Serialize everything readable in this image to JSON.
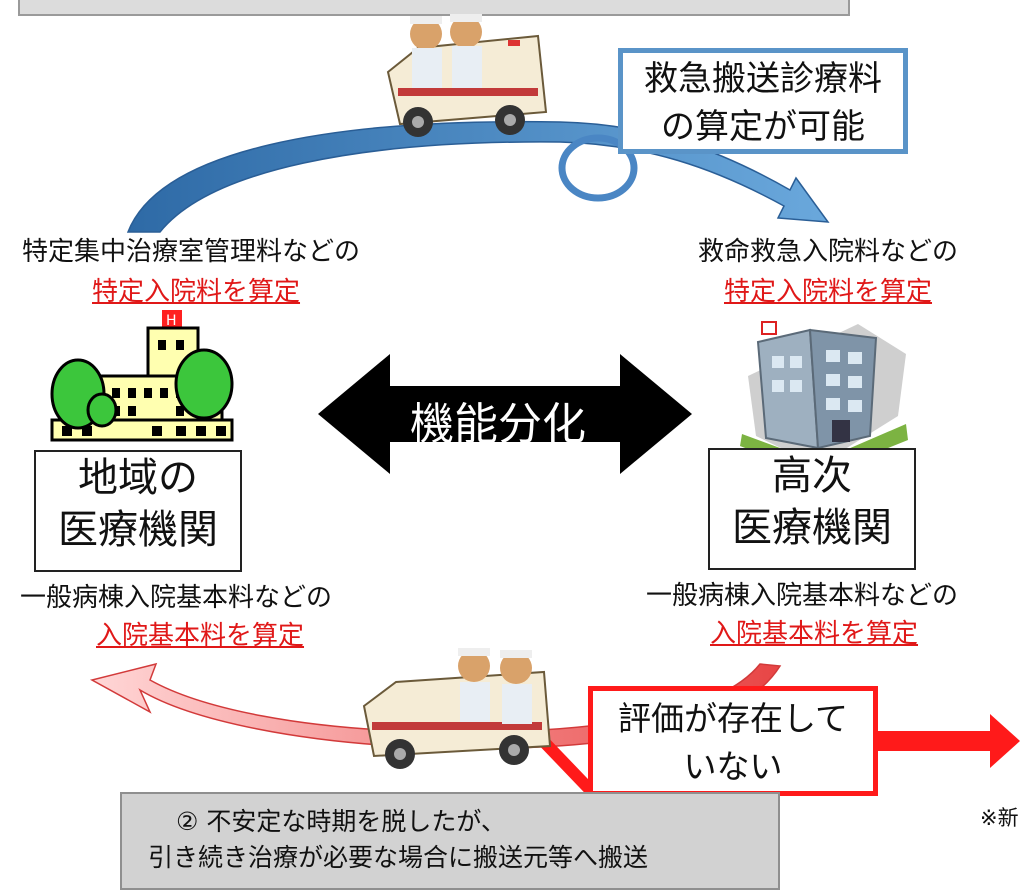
{
  "callouts": {
    "emergency_fee": [
      "救急搬送診療料",
      "の算定が可能"
    ],
    "no_evaluation": [
      "評価が存在して",
      "いない"
    ]
  },
  "left_hospital": {
    "specific_caption": "特定集中治療室管理料などの",
    "specific_link": "特定入院料を算定",
    "name": [
      "地域の",
      "医療機関"
    ],
    "basic_caption": "一般病棟入院基本料などの",
    "basic_link": "入院基本料を算定"
  },
  "right_hospital": {
    "specific_caption": "救命救急入院料などの",
    "specific_link": "特定入院料を算定",
    "name": [
      "高次",
      "医療機関"
    ],
    "basic_caption": "一般病棟入院基本料などの",
    "basic_link": "入院基本料を算定"
  },
  "center_arrow": "機能分化",
  "bottom_box": [
    "② 不安定な時期を脱したが、",
    "引き続き治療が必要な場合に搬送元等へ搬送"
  ],
  "note": "※新",
  "colors": {
    "blue": "#5b9bd5",
    "red": "#ff1a1a",
    "link_red": "#e01818",
    "black": "#000000"
  }
}
